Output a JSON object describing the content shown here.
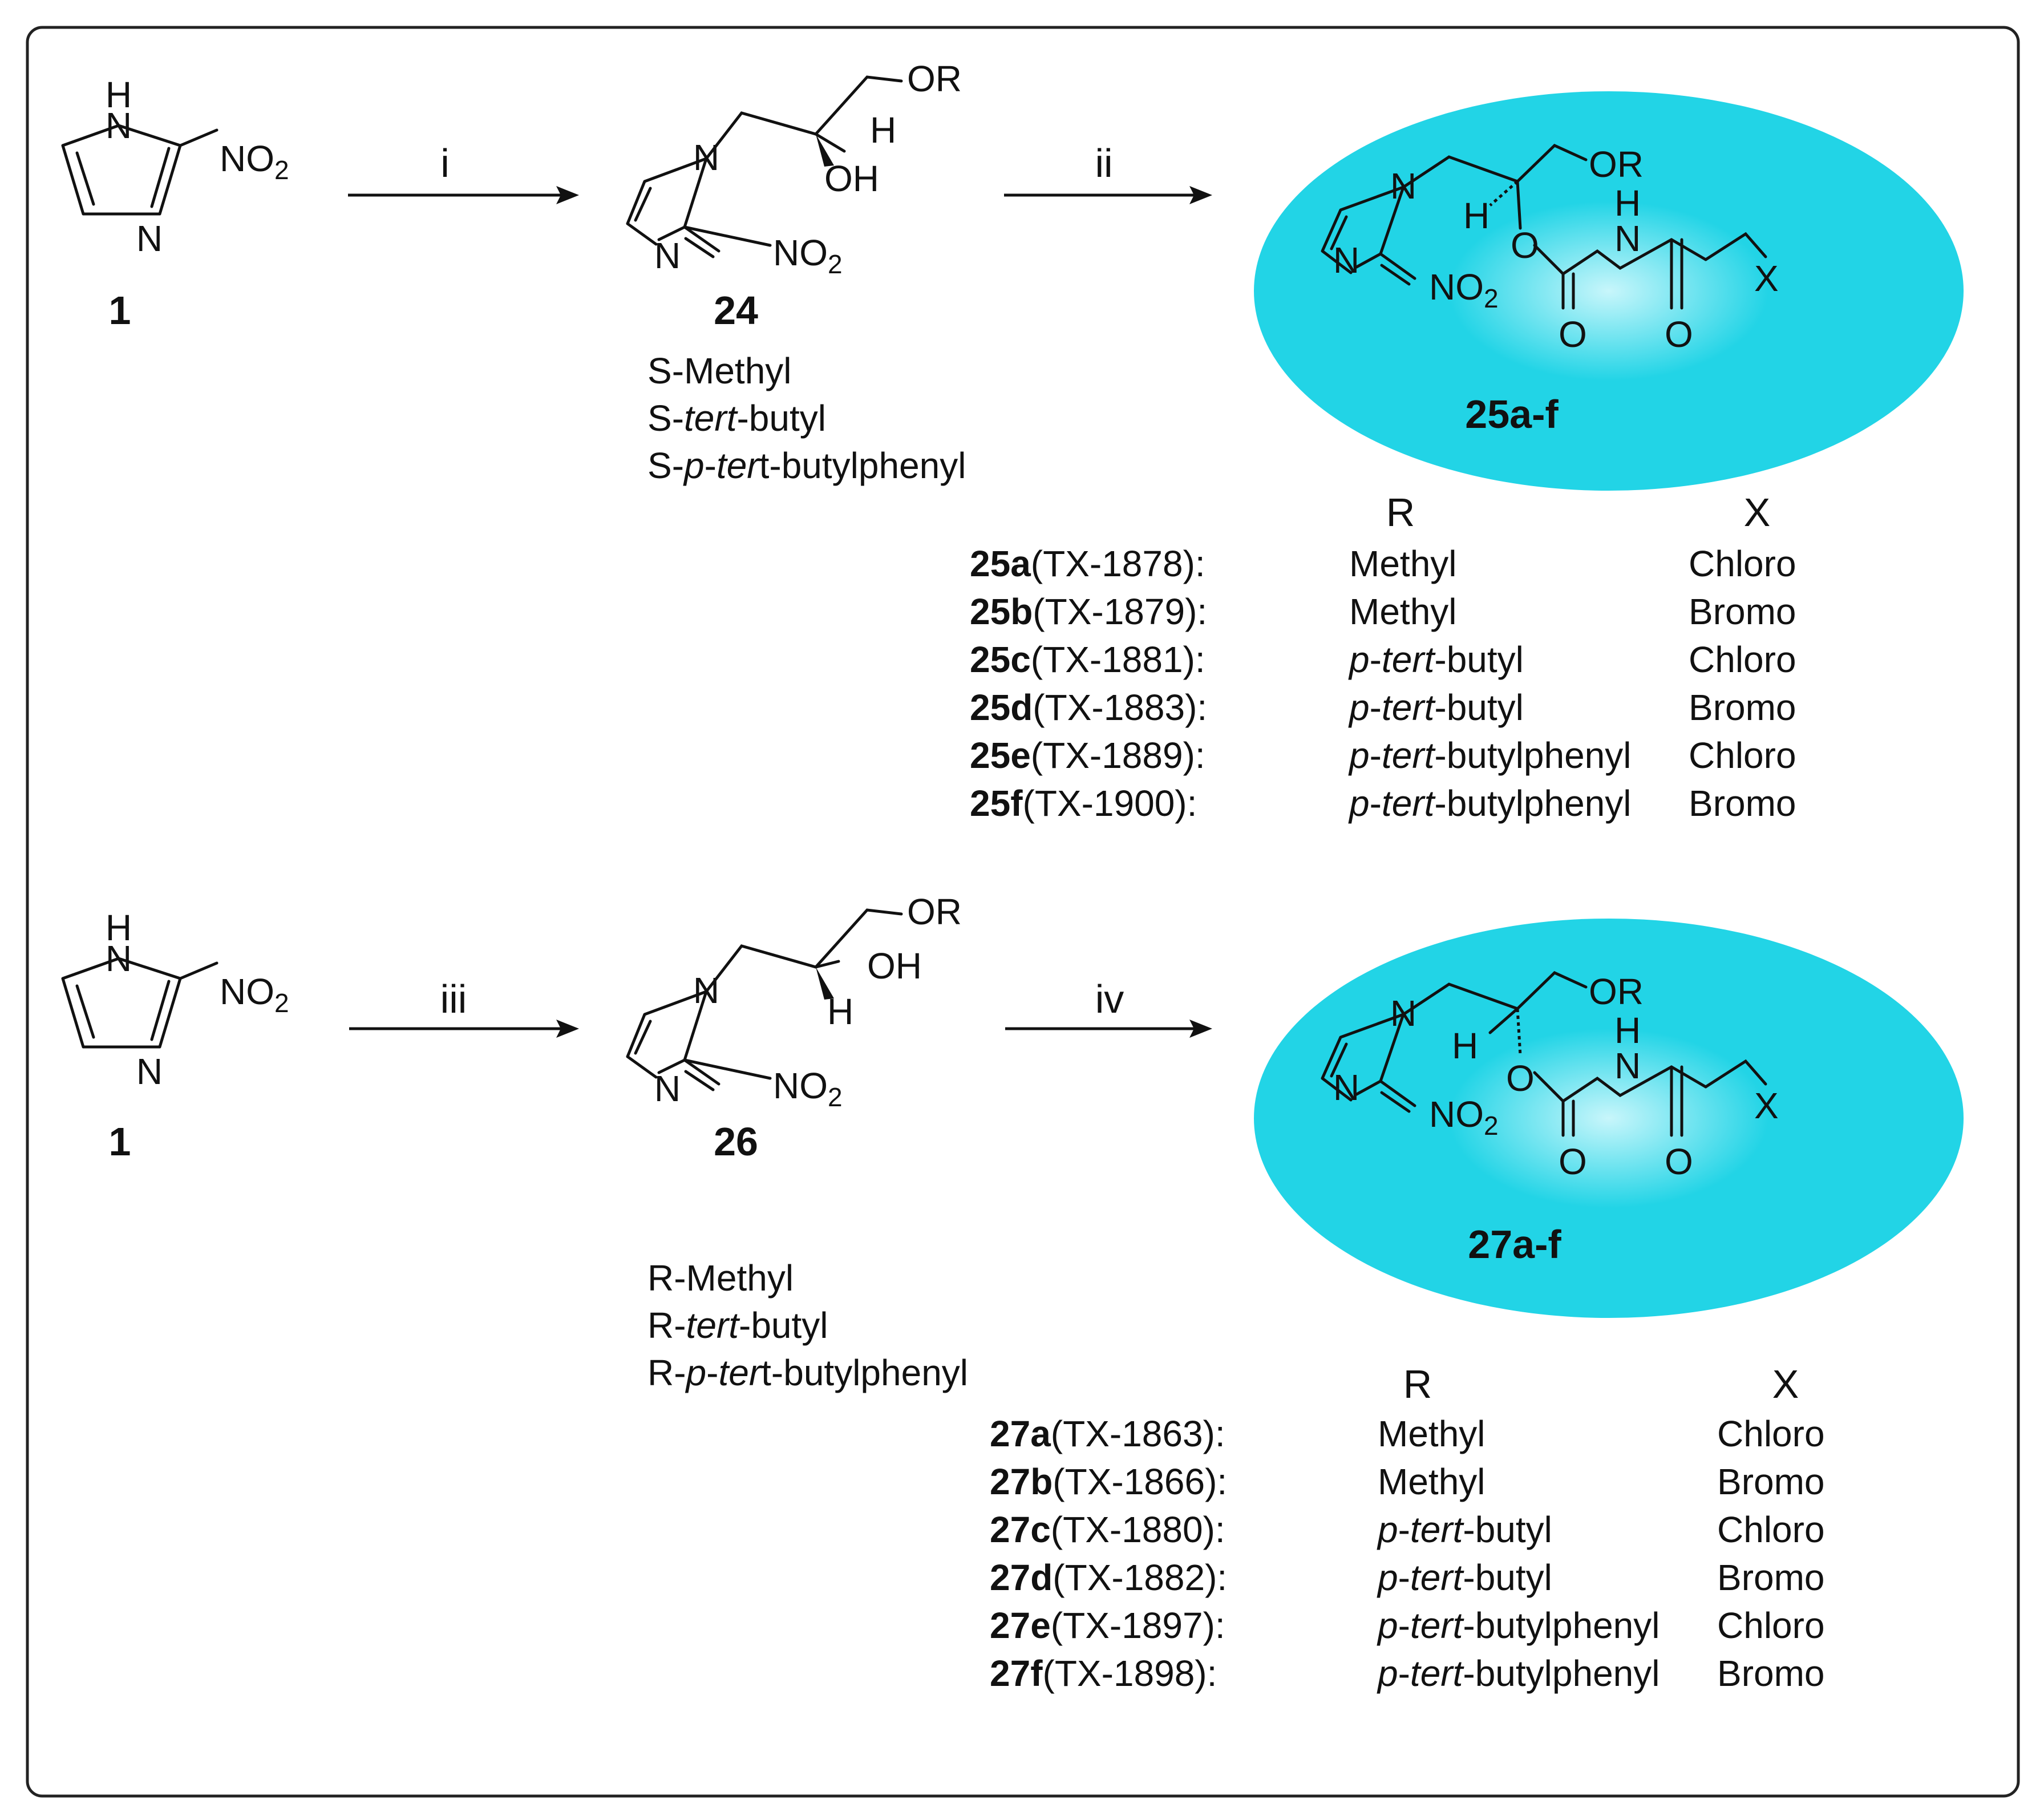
{
  "top": {
    "start_label": "1",
    "steps": [
      "i",
      "ii"
    ],
    "intermediate_label": "24",
    "product_label": "25a-f",
    "variants": [
      {
        "prefix": "S-",
        "parts": [
          {
            "t": "Methyl",
            "i": false
          }
        ]
      },
      {
        "prefix": "S-",
        "parts": [
          {
            "t": "tert",
            "i": true
          },
          {
            "t": "-butyl",
            "i": false
          }
        ]
      },
      {
        "prefix": "S-",
        "parts": [
          {
            "t": "p",
            "i": true
          },
          {
            "t": "-",
            "i": false
          },
          {
            "t": "ter",
            "i": true
          },
          {
            "t": "t-butylphenyl",
            "i": false
          }
        ]
      }
    ],
    "col_r": "R",
    "col_x": "X",
    "rows": [
      {
        "id": "25a",
        "code": "(TX-1878):",
        "r": "Methyl",
        "x": "Chloro"
      },
      {
        "id": "25b",
        "code": "(TX-1879):",
        "r": "Methyl",
        "x": "Bromo"
      },
      {
        "id": "25c",
        "code": "(TX-1881):",
        "r": "p-tert-butyl",
        "x": "Chloro"
      },
      {
        "id": "25d",
        "code": "(TX-1883):",
        "r": "p-tert-butyl",
        "x": "Bromo"
      },
      {
        "id": "25e",
        "code": "(TX-1889):",
        "r": "p-tert-butylphenyl",
        "x": "Chloro"
      },
      {
        "id": "25f",
        "code": "(TX-1900):",
        "r": "p-tert-butylphenyl",
        "x": "Bromo"
      }
    ]
  },
  "bottom": {
    "start_label": "1",
    "steps": [
      "iii",
      "iv"
    ],
    "intermediate_label": "26",
    "product_label": "27a-f",
    "variants": [
      {
        "prefix": "R-",
        "parts": [
          {
            "t": "Methyl",
            "i": false
          }
        ]
      },
      {
        "prefix": "R-",
        "parts": [
          {
            "t": "tert",
            "i": true
          },
          {
            "t": "-butyl",
            "i": false
          }
        ]
      },
      {
        "prefix": "R-",
        "parts": [
          {
            "t": "p",
            "i": true
          },
          {
            "t": "-",
            "i": false
          },
          {
            "t": "ter",
            "i": true
          },
          {
            "t": "t-butylphenyl",
            "i": false
          }
        ]
      }
    ],
    "col_r": "R",
    "col_x": "X",
    "rows": [
      {
        "id": "27a",
        "code": "(TX-1863):",
        "r": "Methyl",
        "x": "Chloro"
      },
      {
        "id": "27b",
        "code": "(TX-1866):",
        "r": "Methyl",
        "x": "Bromo"
      },
      {
        "id": "27c",
        "code": "(TX-1880):",
        "r": "p-tert-butyl",
        "x": "Chloro"
      },
      {
        "id": "27d",
        "code": "(TX-1882):",
        "r": "p-tert-butyl",
        "x": "Bromo"
      },
      {
        "id": "27e",
        "code": "(TX-1897):",
        "r": "p-tert-butylphenyl",
        "x": "Chloro"
      },
      {
        "id": "27f",
        "code": "(TX-1898):",
        "r": "p-tert-butylphenyl",
        "x": "Bromo"
      }
    ]
  },
  "atoms": {
    "h": "H",
    "n": "N",
    "no2_main": "NO",
    "no2_sub": "2",
    "or": "OR",
    "oh": "OH",
    "o": "O",
    "x": "X"
  },
  "colors": {
    "ellipse": "#22d4e6",
    "ellipse_edge": "#c8f6fb",
    "frame": "#222222"
  }
}
